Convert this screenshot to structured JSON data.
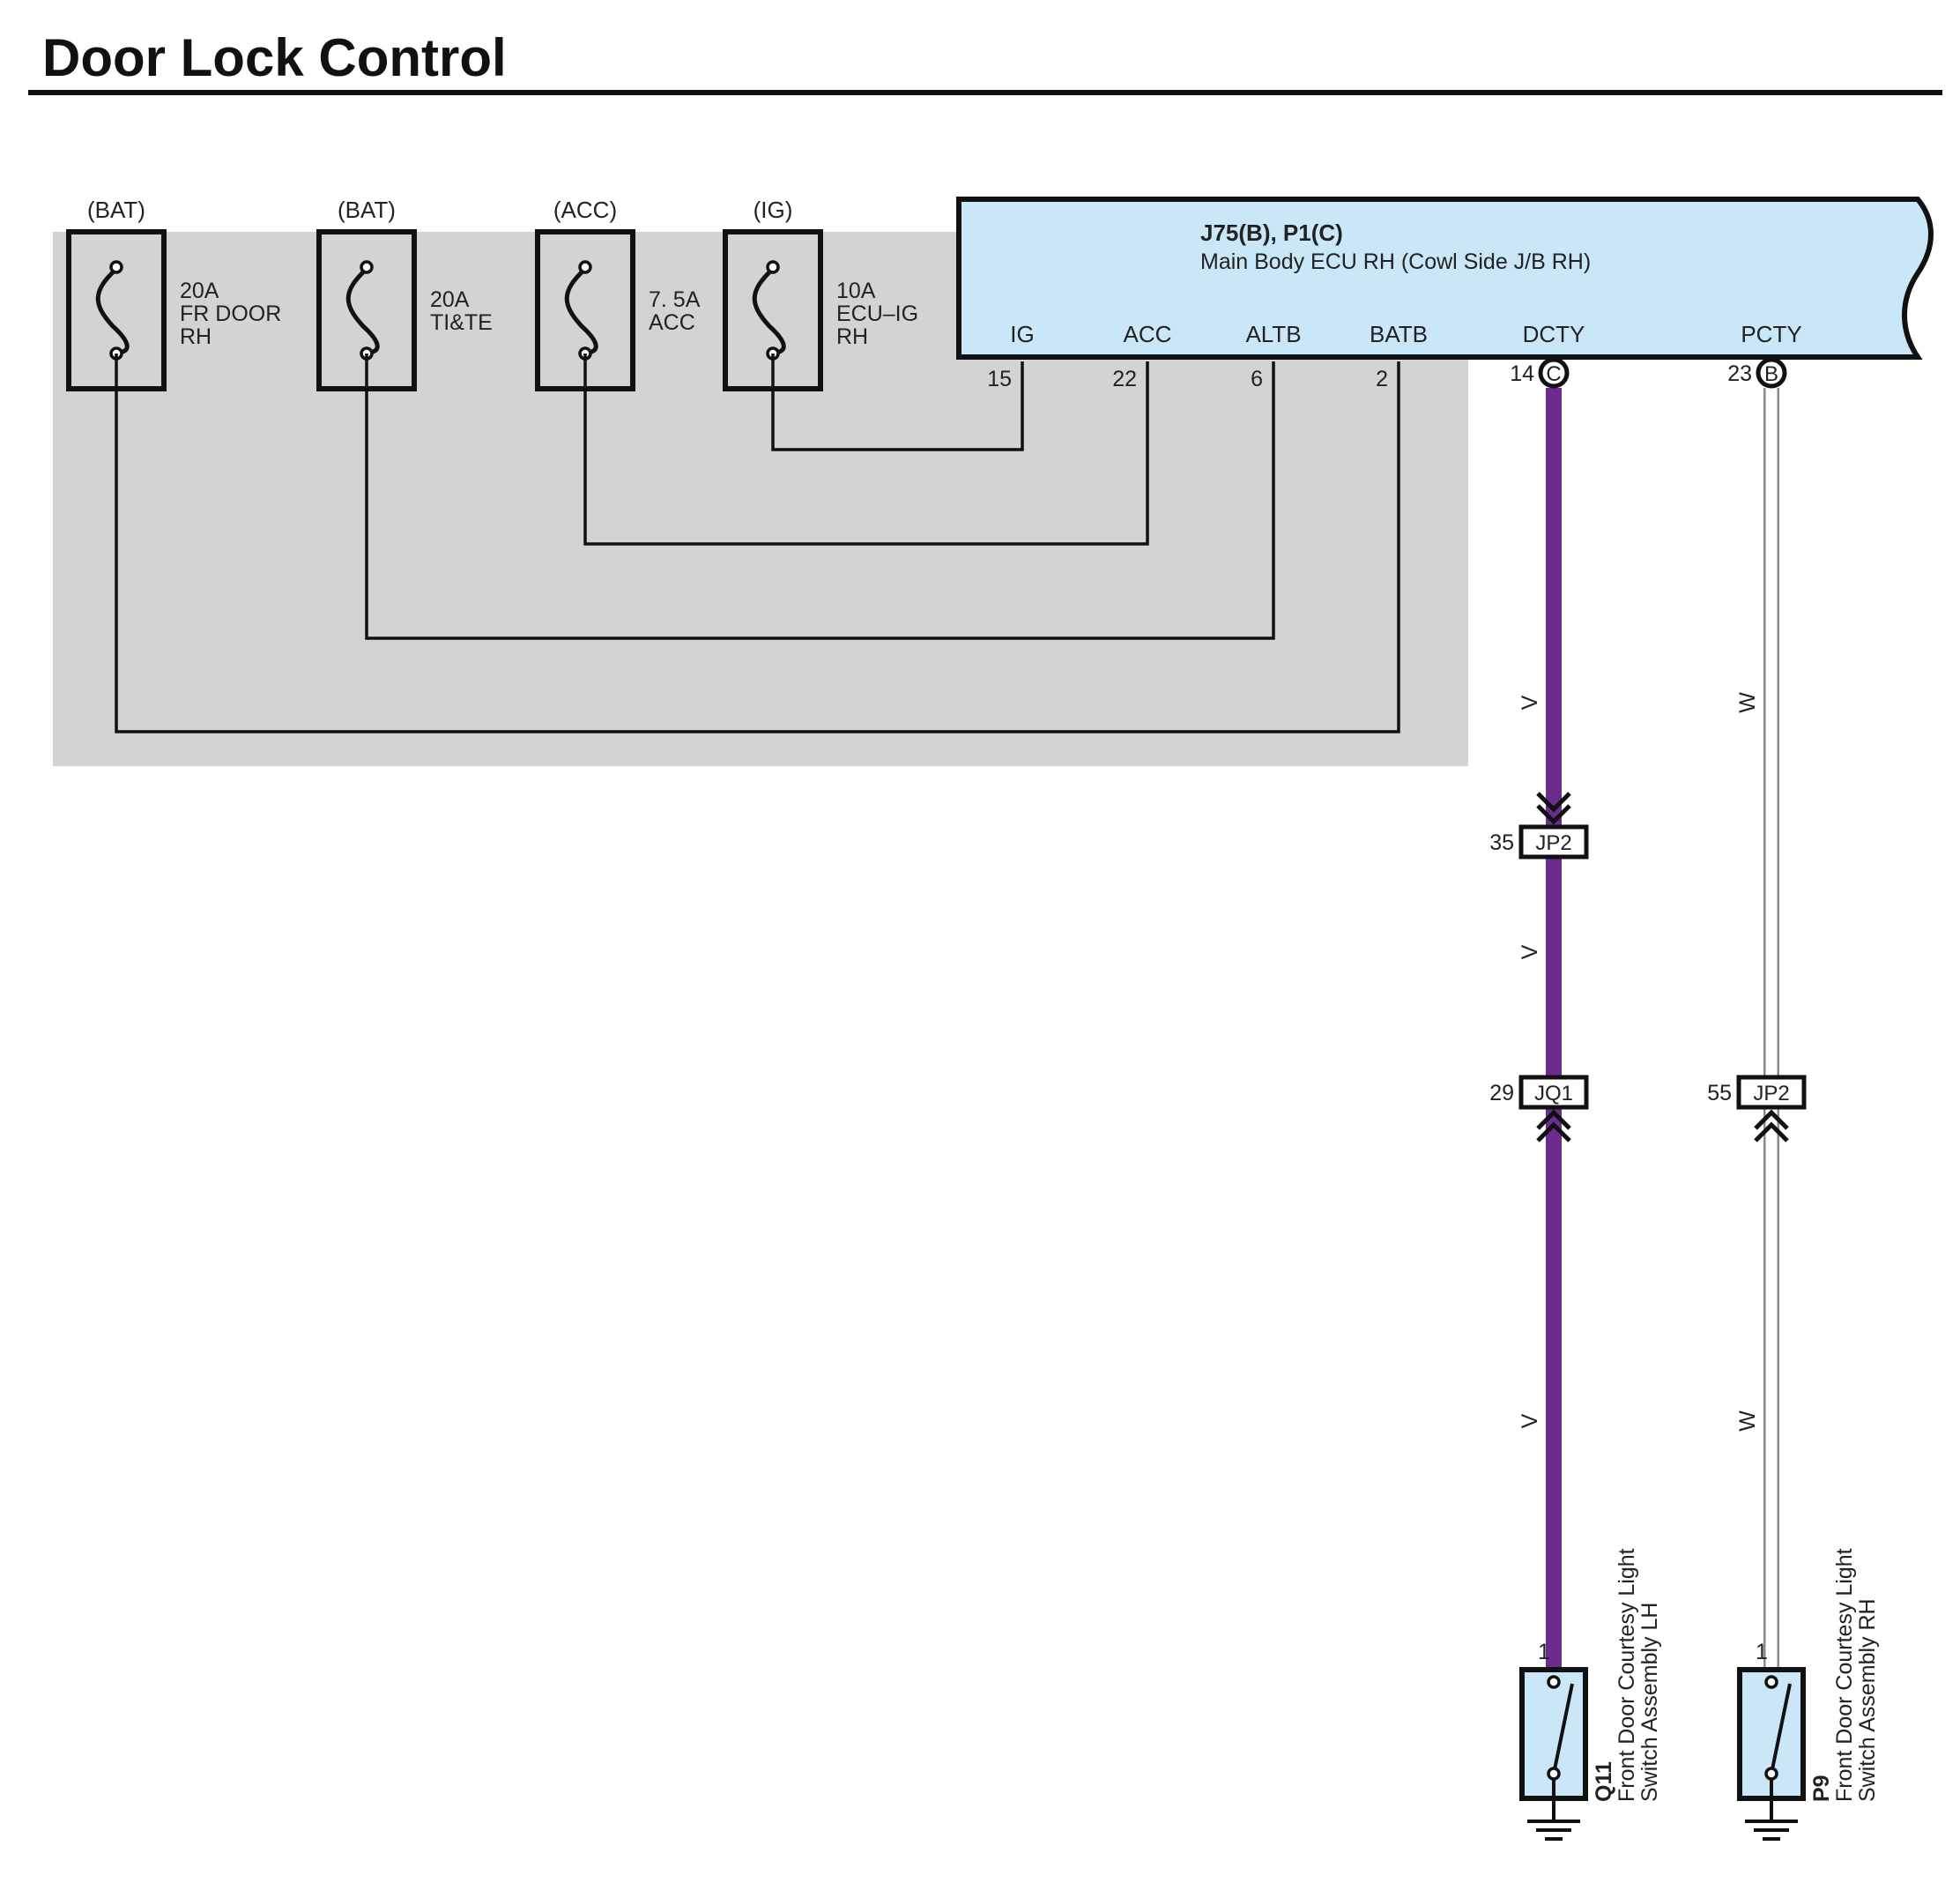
{
  "title": "Door Lock Control",
  "colors": {
    "shade": "#d2d3d5",
    "ecu_fill": "#c9e7f6",
    "switch_fill": "#c9e7f6",
    "wire_violet": "#6b2c8d",
    "wire_white_edge": "#8a8a8a",
    "line": "#222222"
  },
  "fuses": [
    {
      "source": "(BAT)",
      "rating": "20A",
      "name_line1": "FR DOOR",
      "name_line2": "RH"
    },
    {
      "source": "(BAT)",
      "rating": "20A",
      "name_line1": "TI&TE",
      "name_line2": ""
    },
    {
      "source": "(ACC)",
      "rating": "7. 5A",
      "name_line1": "ACC",
      "name_line2": ""
    },
    {
      "source": "(IG)",
      "rating": "10A",
      "name_line1": "ECU–IG",
      "name_line2": "RH"
    }
  ],
  "ecu": {
    "connector_label": "J75(B), P1(C)",
    "name": "Main Body ECU RH (Cowl Side J/B RH)",
    "terminals": [
      {
        "name": "IG",
        "pin": "15"
      },
      {
        "name": "ACC",
        "pin": "22"
      },
      {
        "name": "ALTB",
        "pin": "6"
      },
      {
        "name": "BATB",
        "pin": "2"
      },
      {
        "name": "DCTY",
        "pin": "14",
        "connector": "C"
      },
      {
        "name": "PCTY",
        "pin": "23",
        "connector": "B"
      }
    ]
  },
  "wire_colors": {
    "violet": "V",
    "white": "W"
  },
  "connectors": {
    "left_upper": {
      "pin": "35",
      "label": "JP2"
    },
    "left_lower": {
      "pin": "29",
      "label": "JQ1"
    },
    "right_lower": {
      "pin": "55",
      "label": "JP2"
    }
  },
  "switches": [
    {
      "pin": "1",
      "code": "Q11",
      "name_line1": "Front Door Courtesy Light",
      "name_line2": "Switch Assembly LH"
    },
    {
      "pin": "1",
      "code": "P9",
      "name_line1": "Front Door Courtesy Light",
      "name_line2": "Switch Assembly RH"
    }
  ]
}
